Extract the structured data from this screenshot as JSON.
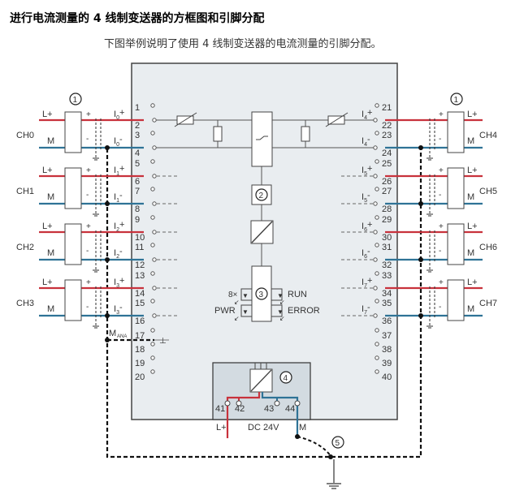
{
  "header": {
    "title": "进行电流测量的 4 线制变送器的方框图和引脚分配",
    "subtitle": "下图举例说明了使用 4 线制变送器的电流测量的引脚分配。"
  },
  "colors": {
    "red_wire": "#c8323c",
    "blue_wire": "#2f7396",
    "module_fill": "#e9edf0",
    "psu_fill": "#d3dbe1",
    "line": "#555555"
  },
  "diagram": {
    "callouts": [
      "1",
      "2",
      "3",
      "4",
      "5"
    ],
    "left_channels": [
      {
        "name": "CH0",
        "plus_label": "I0+",
        "minus_label": "I0-",
        "pins": [
          "1",
          "2",
          "3",
          "4"
        ]
      },
      {
        "name": "CH1",
        "plus_label": "I1+",
        "minus_label": "I1-",
        "pins": [
          "5",
          "6",
          "7",
          "8"
        ]
      },
      {
        "name": "CH2",
        "plus_label": "I2+",
        "minus_label": "I2-",
        "pins": [
          "9",
          "10",
          "11",
          "12"
        ]
      },
      {
        "name": "CH3",
        "plus_label": "I3+",
        "minus_label": "I3-",
        "pins": [
          "13",
          "14",
          "15",
          "16"
        ]
      }
    ],
    "right_channels": [
      {
        "name": "CH4",
        "plus_label": "I4+",
        "minus_label": "I4-",
        "pins": [
          "21",
          "22",
          "23",
          "24"
        ]
      },
      {
        "name": "CH5",
        "plus_label": "I5+",
        "minus_label": "I5-",
        "pins": [
          "25",
          "26",
          "27",
          "28"
        ]
      },
      {
        "name": "CH6",
        "plus_label": "I6+",
        "minus_label": "I6-",
        "pins": [
          "29",
          "30",
          "31",
          "32"
        ]
      },
      {
        "name": "CH7",
        "plus_label": "I7+",
        "minus_label": "I7-",
        "pins": [
          "33",
          "34",
          "35",
          "36"
        ]
      }
    ],
    "extra_left_pins": [
      "17",
      "18",
      "19",
      "20"
    ],
    "extra_right_pins": [
      "37",
      "38",
      "39",
      "40"
    ],
    "transmitter_labels": {
      "lplus": "L+",
      "m": "M",
      "plus": "+",
      "minus": "-"
    },
    "mana_label": "M",
    "mana_sub": "ANA",
    "leds": {
      "channel": "8×",
      "run": "RUN",
      "pwr": "PWR",
      "error": "ERROR"
    },
    "psu": {
      "pins": [
        "41",
        "42",
        "43",
        "44"
      ],
      "lplus": "L+",
      "voltage": "DC 24V",
      "m": "M"
    }
  }
}
